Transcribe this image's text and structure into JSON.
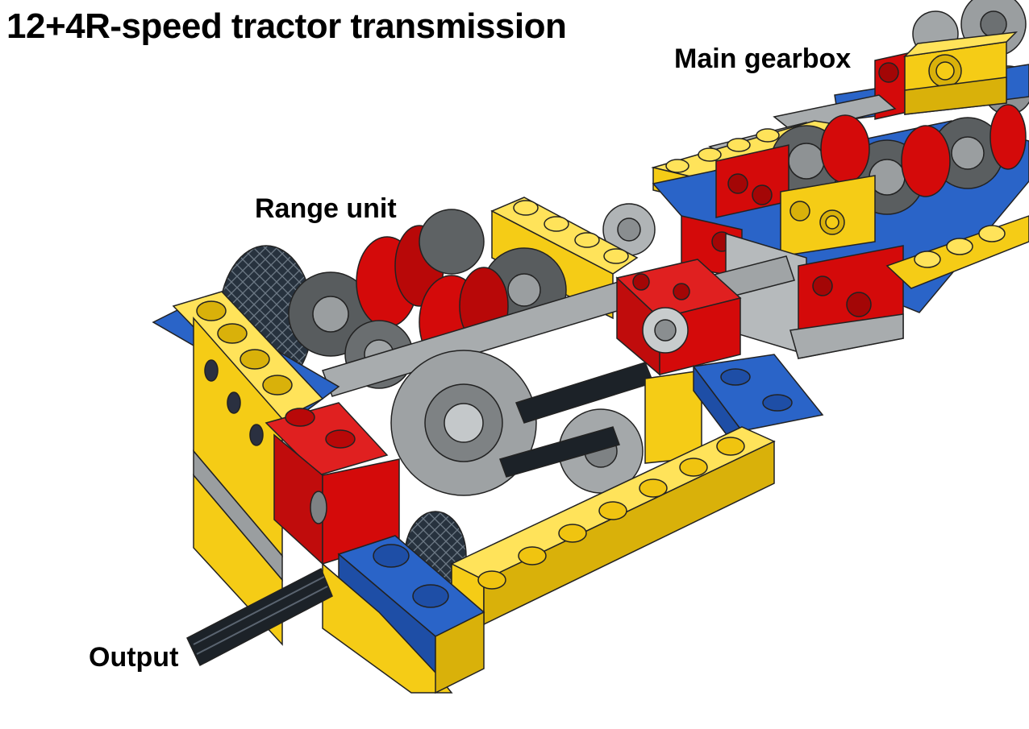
{
  "title": "12+4R-speed tractor transmission",
  "labels": {
    "main_gearbox": "Main gearbox",
    "range_unit": "Range unit",
    "output": "Output"
  },
  "colors": {
    "yellow": "#f5cc16",
    "red": "#d40a0a",
    "blue": "#2a64c8",
    "gray": "#a0a4a6",
    "dark_gray": "#565a5c",
    "black": "#1c2228"
  }
}
